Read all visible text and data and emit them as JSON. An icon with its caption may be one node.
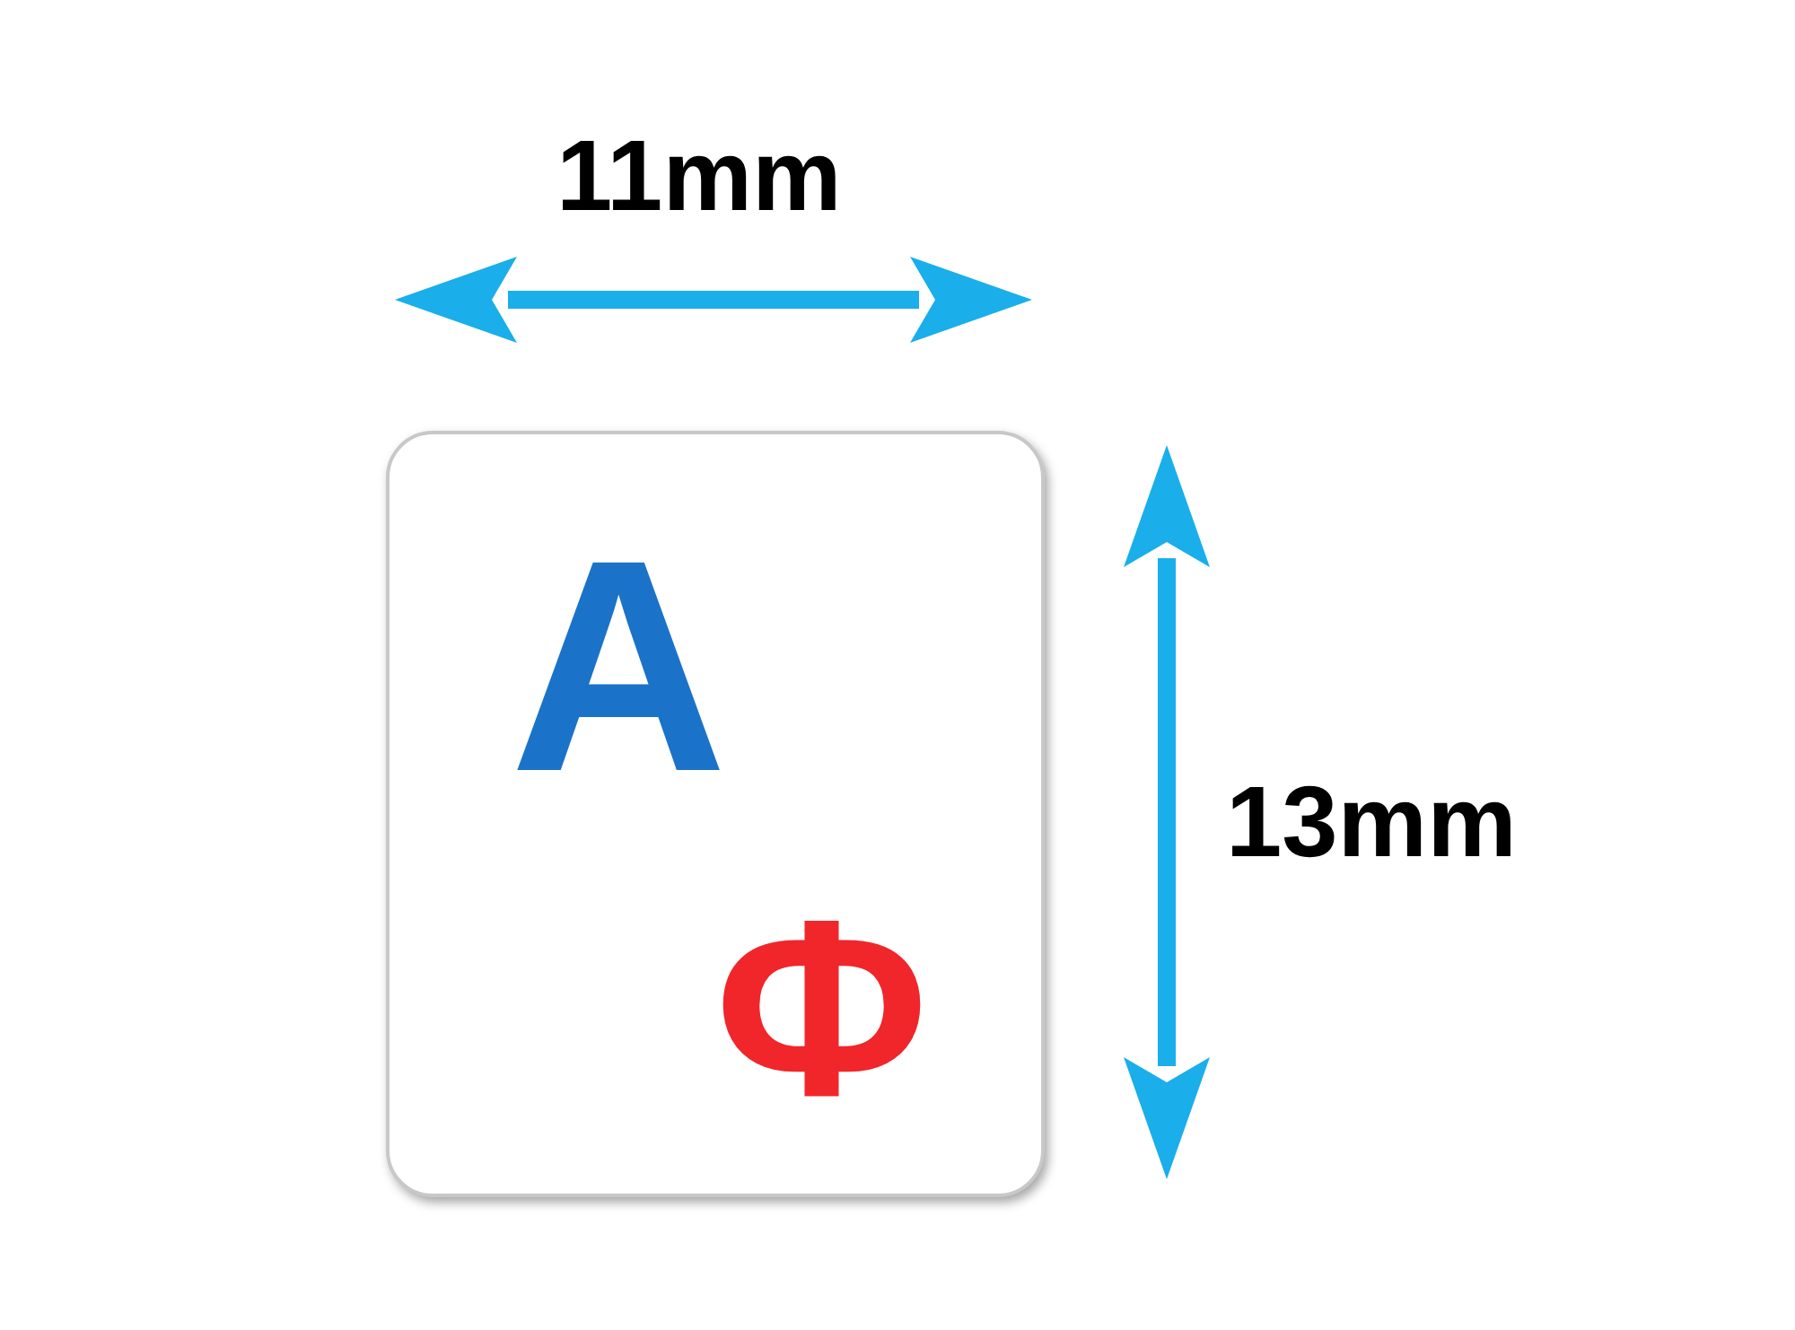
{
  "diagram": {
    "nodes": [
      {
        "text": [
          "A",
          "Ф"
        ]
      }
    ],
    "labels": [
      "11mm",
      "13mm"
    ]
  }
}
